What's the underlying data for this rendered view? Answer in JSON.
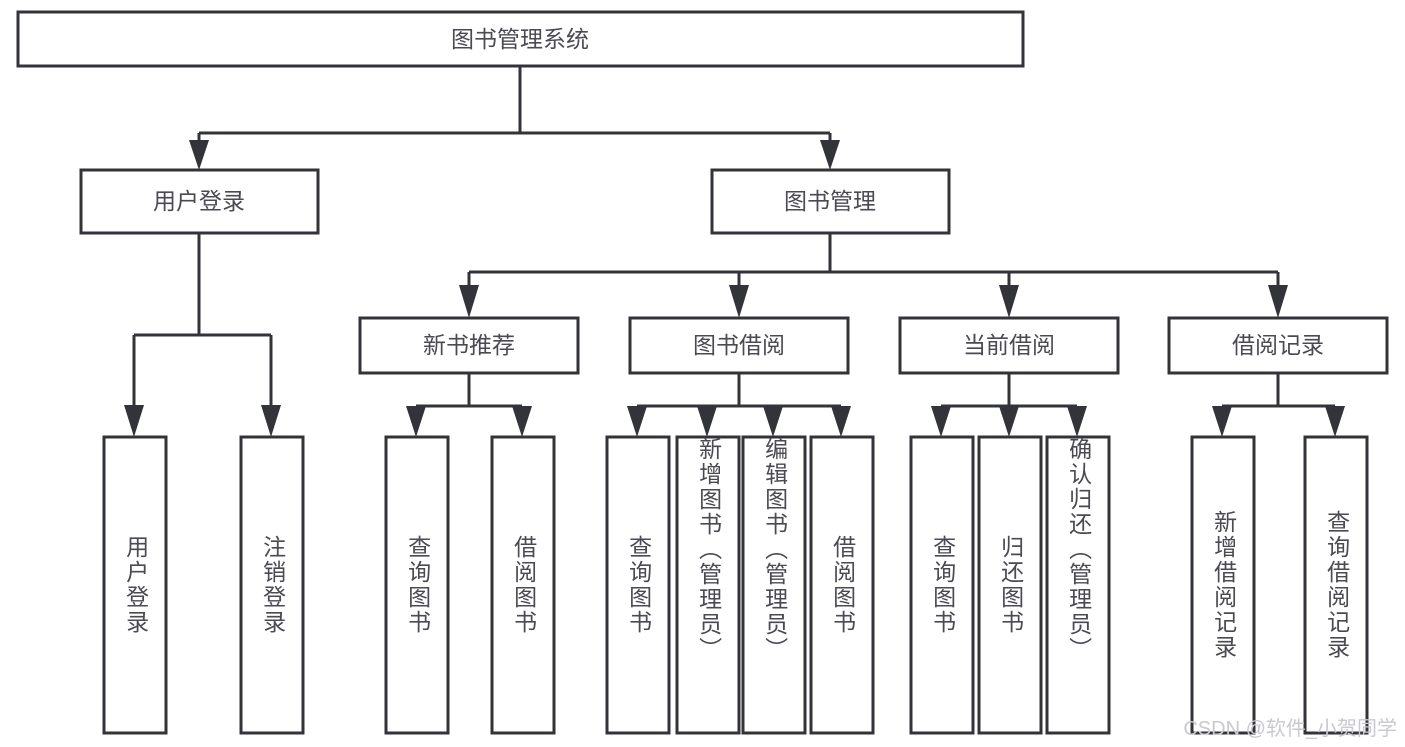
{
  "diagram": {
    "title": "图书管理系统",
    "type": "hierarchy-tree",
    "watermark": "CSDN @软件_小贺同学",
    "colors": {
      "box_stroke": "#33333a",
      "box_fill": "#ffffff",
      "text": "#4a4a52",
      "watermark": "#c9c9cf",
      "background": "#ffffff"
    },
    "root": {
      "label": "图书管理系统"
    },
    "level2": [
      {
        "id": "user-login",
        "label": "用户登录"
      },
      {
        "id": "book-management",
        "label": "图书管理"
      }
    ],
    "level3": [
      {
        "id": "new-book-recommend",
        "label": "新书推荐",
        "parent": "book-management"
      },
      {
        "id": "book-borrow",
        "label": "图书借阅",
        "parent": "book-management"
      },
      {
        "id": "current-borrow",
        "label": "当前借阅",
        "parent": "book-management"
      },
      {
        "id": "borrow-record",
        "label": "借阅记录",
        "parent": "book-management"
      }
    ],
    "leaves": [
      {
        "id": "leaf-user-login",
        "label": "用户登录",
        "parent": "user-login"
      },
      {
        "id": "leaf-logout-login",
        "label": "注销登录",
        "parent": "user-login"
      },
      {
        "id": "leaf-query-book-1",
        "label": "查询图书",
        "parent": "new-book-recommend"
      },
      {
        "id": "leaf-borrow-book-1",
        "label": "借阅图书",
        "parent": "new-book-recommend"
      },
      {
        "id": "leaf-query-book-2",
        "label": "查询图书",
        "parent": "book-borrow"
      },
      {
        "id": "leaf-add-book",
        "label": "新增图书（管理员）",
        "parent": "book-borrow"
      },
      {
        "id": "leaf-edit-book",
        "label": "编辑图书（管理员）",
        "parent": "book-borrow"
      },
      {
        "id": "leaf-borrow-book-2",
        "label": "借阅图书",
        "parent": "book-borrow"
      },
      {
        "id": "leaf-query-book-3",
        "label": "查询图书",
        "parent": "current-borrow"
      },
      {
        "id": "leaf-return-book",
        "label": "归还图书",
        "parent": "current-borrow"
      },
      {
        "id": "leaf-confirm-return",
        "label": "确认归还（管理员）",
        "parent": "current-borrow"
      },
      {
        "id": "leaf-add-borrow-record",
        "label": "新增借阅记录",
        "parent": "borrow-record"
      },
      {
        "id": "leaf-query-borrow-record",
        "label": "查询借阅记录",
        "parent": "borrow-record"
      }
    ]
  }
}
